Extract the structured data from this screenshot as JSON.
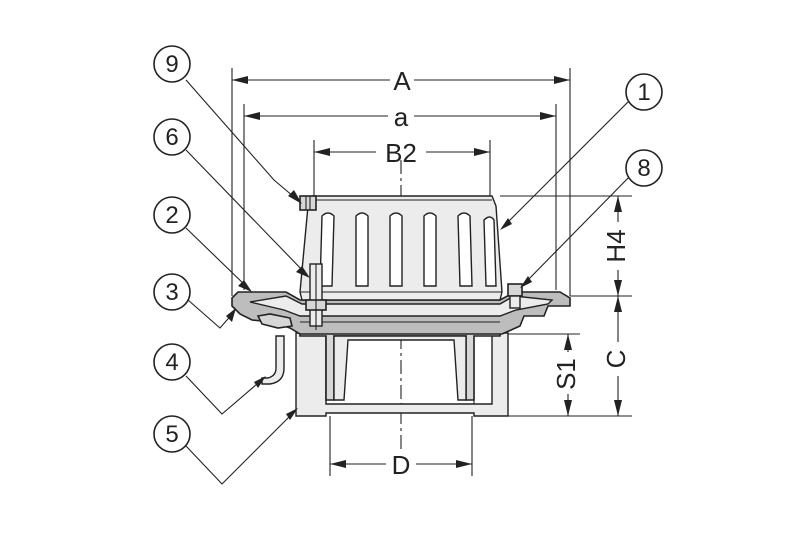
{
  "callouts": [
    {
      "id": "c1",
      "label": "1",
      "part": "grate"
    },
    {
      "id": "c2",
      "label": "2",
      "part": "body-flange"
    },
    {
      "id": "c3",
      "label": "3",
      "part": "flange-edge"
    },
    {
      "id": "c4",
      "label": "4",
      "part": "bent-pipe"
    },
    {
      "id": "c5",
      "label": "5",
      "part": "outlet-sleeve"
    },
    {
      "id": "c6",
      "label": "6",
      "part": "clamp-bolt"
    },
    {
      "id": "c8",
      "label": "8",
      "part": "grate-screw"
    },
    {
      "id": "c9",
      "label": "9",
      "part": "top-screw"
    }
  ],
  "dimensions": {
    "A": "A",
    "a": "a",
    "B2": "B2",
    "D": "D",
    "H4": "H4",
    "C": "C",
    "S1": "S1"
  },
  "colors": {
    "line": "#222222",
    "fill": "#d6d6d6",
    "background": "#ffffff"
  }
}
